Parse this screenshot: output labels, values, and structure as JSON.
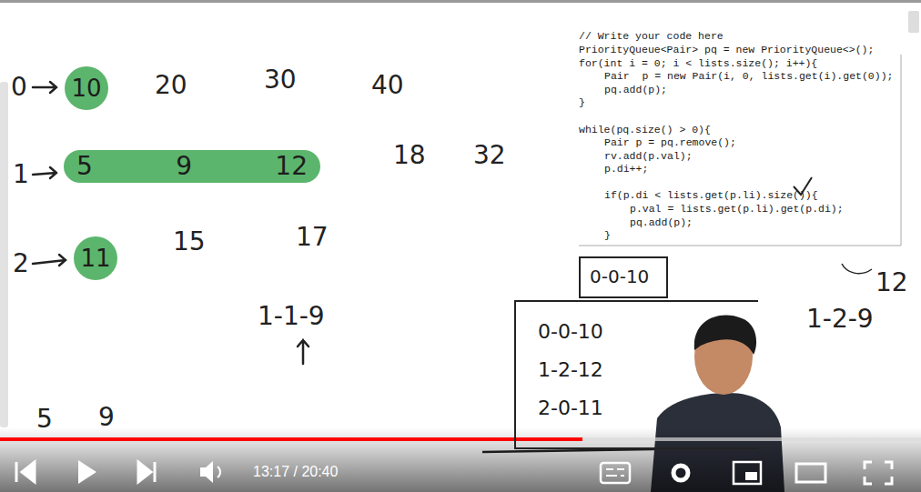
{
  "diagram": {
    "nodes": [
      {
        "text": [
          "10"
        ]
      },
      {
        "text": [
          "5",
          "9",
          "12"
        ]
      },
      {
        "text": [
          "11"
        ]
      },
      {
        "text": [
          "0-0-10"
        ]
      },
      {
        "text": [
          "0-0-10",
          "1-2-12",
          "2-0-11"
        ]
      }
    ],
    "labels": [
      "0",
      "20",
      "30",
      "40",
      "1",
      "18",
      "32",
      "2",
      "15",
      "17",
      "1-1-9",
      "5",
      "9",
      "// Write your code here",
      "PriorityQueue<Pair> pq = new PriorityQueue<>();",
      "for(int i = 0; i < lists.size(); i++){",
      "Pair  p = new Pair(i, 0, lists.get(i).get(0));",
      "pq.add(p);",
      "}",
      "while(pq.size() > 0){",
      "Pair p = pq.remove();",
      "rv.add(p.val);",
      "p.di++;",
      "if(p.di < lists.get(p.li).size()){",
      "p.val = lists.get(p.li).get(p.di);",
      "pq.add(p);",
      "}",
      "12",
      "1-2-9",
      "13:17 / 20:40"
    ]
  }
}
